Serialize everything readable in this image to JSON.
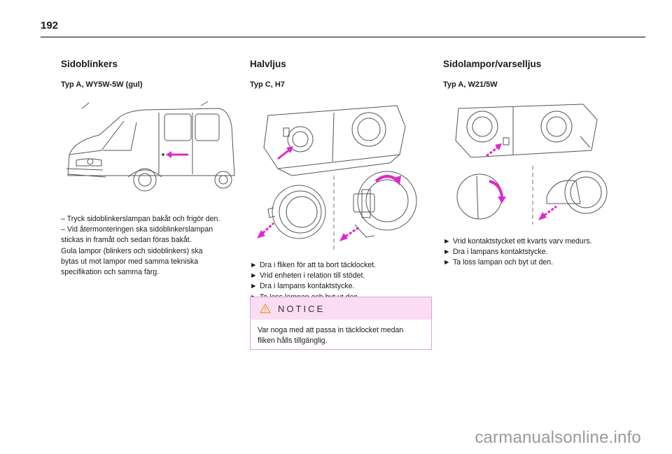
{
  "page": {
    "number": "192",
    "watermark": "carmanualsonline.info"
  },
  "colors": {
    "accent": "#e028c8",
    "notice_bg": "#fbdcf3",
    "notice_border": "#d9a6d9",
    "rule": "#7a7a7a"
  },
  "col1": {
    "title": "Sidoblinkers",
    "subtitle": "Typ A, WY5W-5W (gul)",
    "illustration": "van-side-blinker-icon",
    "lines": [
      "– Tryck sidoblinkerslampan bakåt och frigör den.",
      "– Vid återmonteringen ska sidoblinkerslampan",
      "stickas in framåt och sedan föras bakåt.",
      "Gula lampor (blinkers och sidoblinkers) ska",
      "bytas ut mot lampor med samma tekniska",
      "specifikation och samma färg."
    ]
  },
  "col2": {
    "title": "Halvljus",
    "subtitle": "Typ C, H7",
    "illustration": "headlamp-cover-icon",
    "steps": [
      "Dra i fliken för att ta bort täcklocket.",
      "Vrid enheten i relation till stödet.",
      "Dra i lampans kontaktstycke.",
      "Ta loss lampan och byt ut den."
    ],
    "step_marker": "►",
    "notice": {
      "title": "NOTICE",
      "icon": "warning-triangle-icon",
      "lines": [
        "Var noga med att passa in täcklocket medan",
        "fliken hålls tillgänglig."
      ]
    }
  },
  "col3": {
    "title": "Sidolampor/varselljus",
    "subtitle": "Typ A, W21/5W",
    "illustration": "side-lamp-connector-icon",
    "steps": [
      "Vrid kontaktstycket ett kvarts varv medurs.",
      "Dra i lampans kontaktstycke.",
      "Ta loss lampan och byt ut den."
    ],
    "step_marker": "►"
  }
}
